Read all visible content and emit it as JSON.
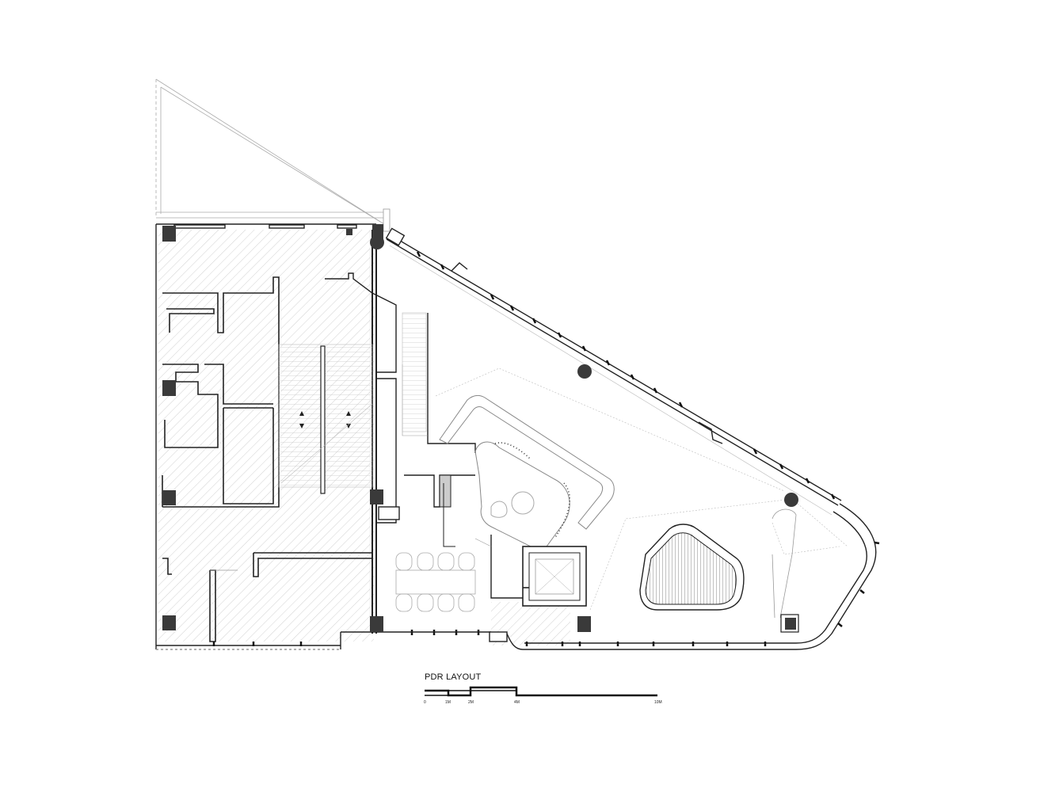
{
  "drawing": {
    "title": "PDR LAYOUT"
  },
  "scale_bar": {
    "labels": [
      "0",
      "1M",
      "2M",
      "4M",
      "10M"
    ]
  },
  "colors": {
    "line": "#222222",
    "light_line": "#aaaaaa",
    "column": "#3a3a3a",
    "hatch": "#c8c8c8"
  }
}
